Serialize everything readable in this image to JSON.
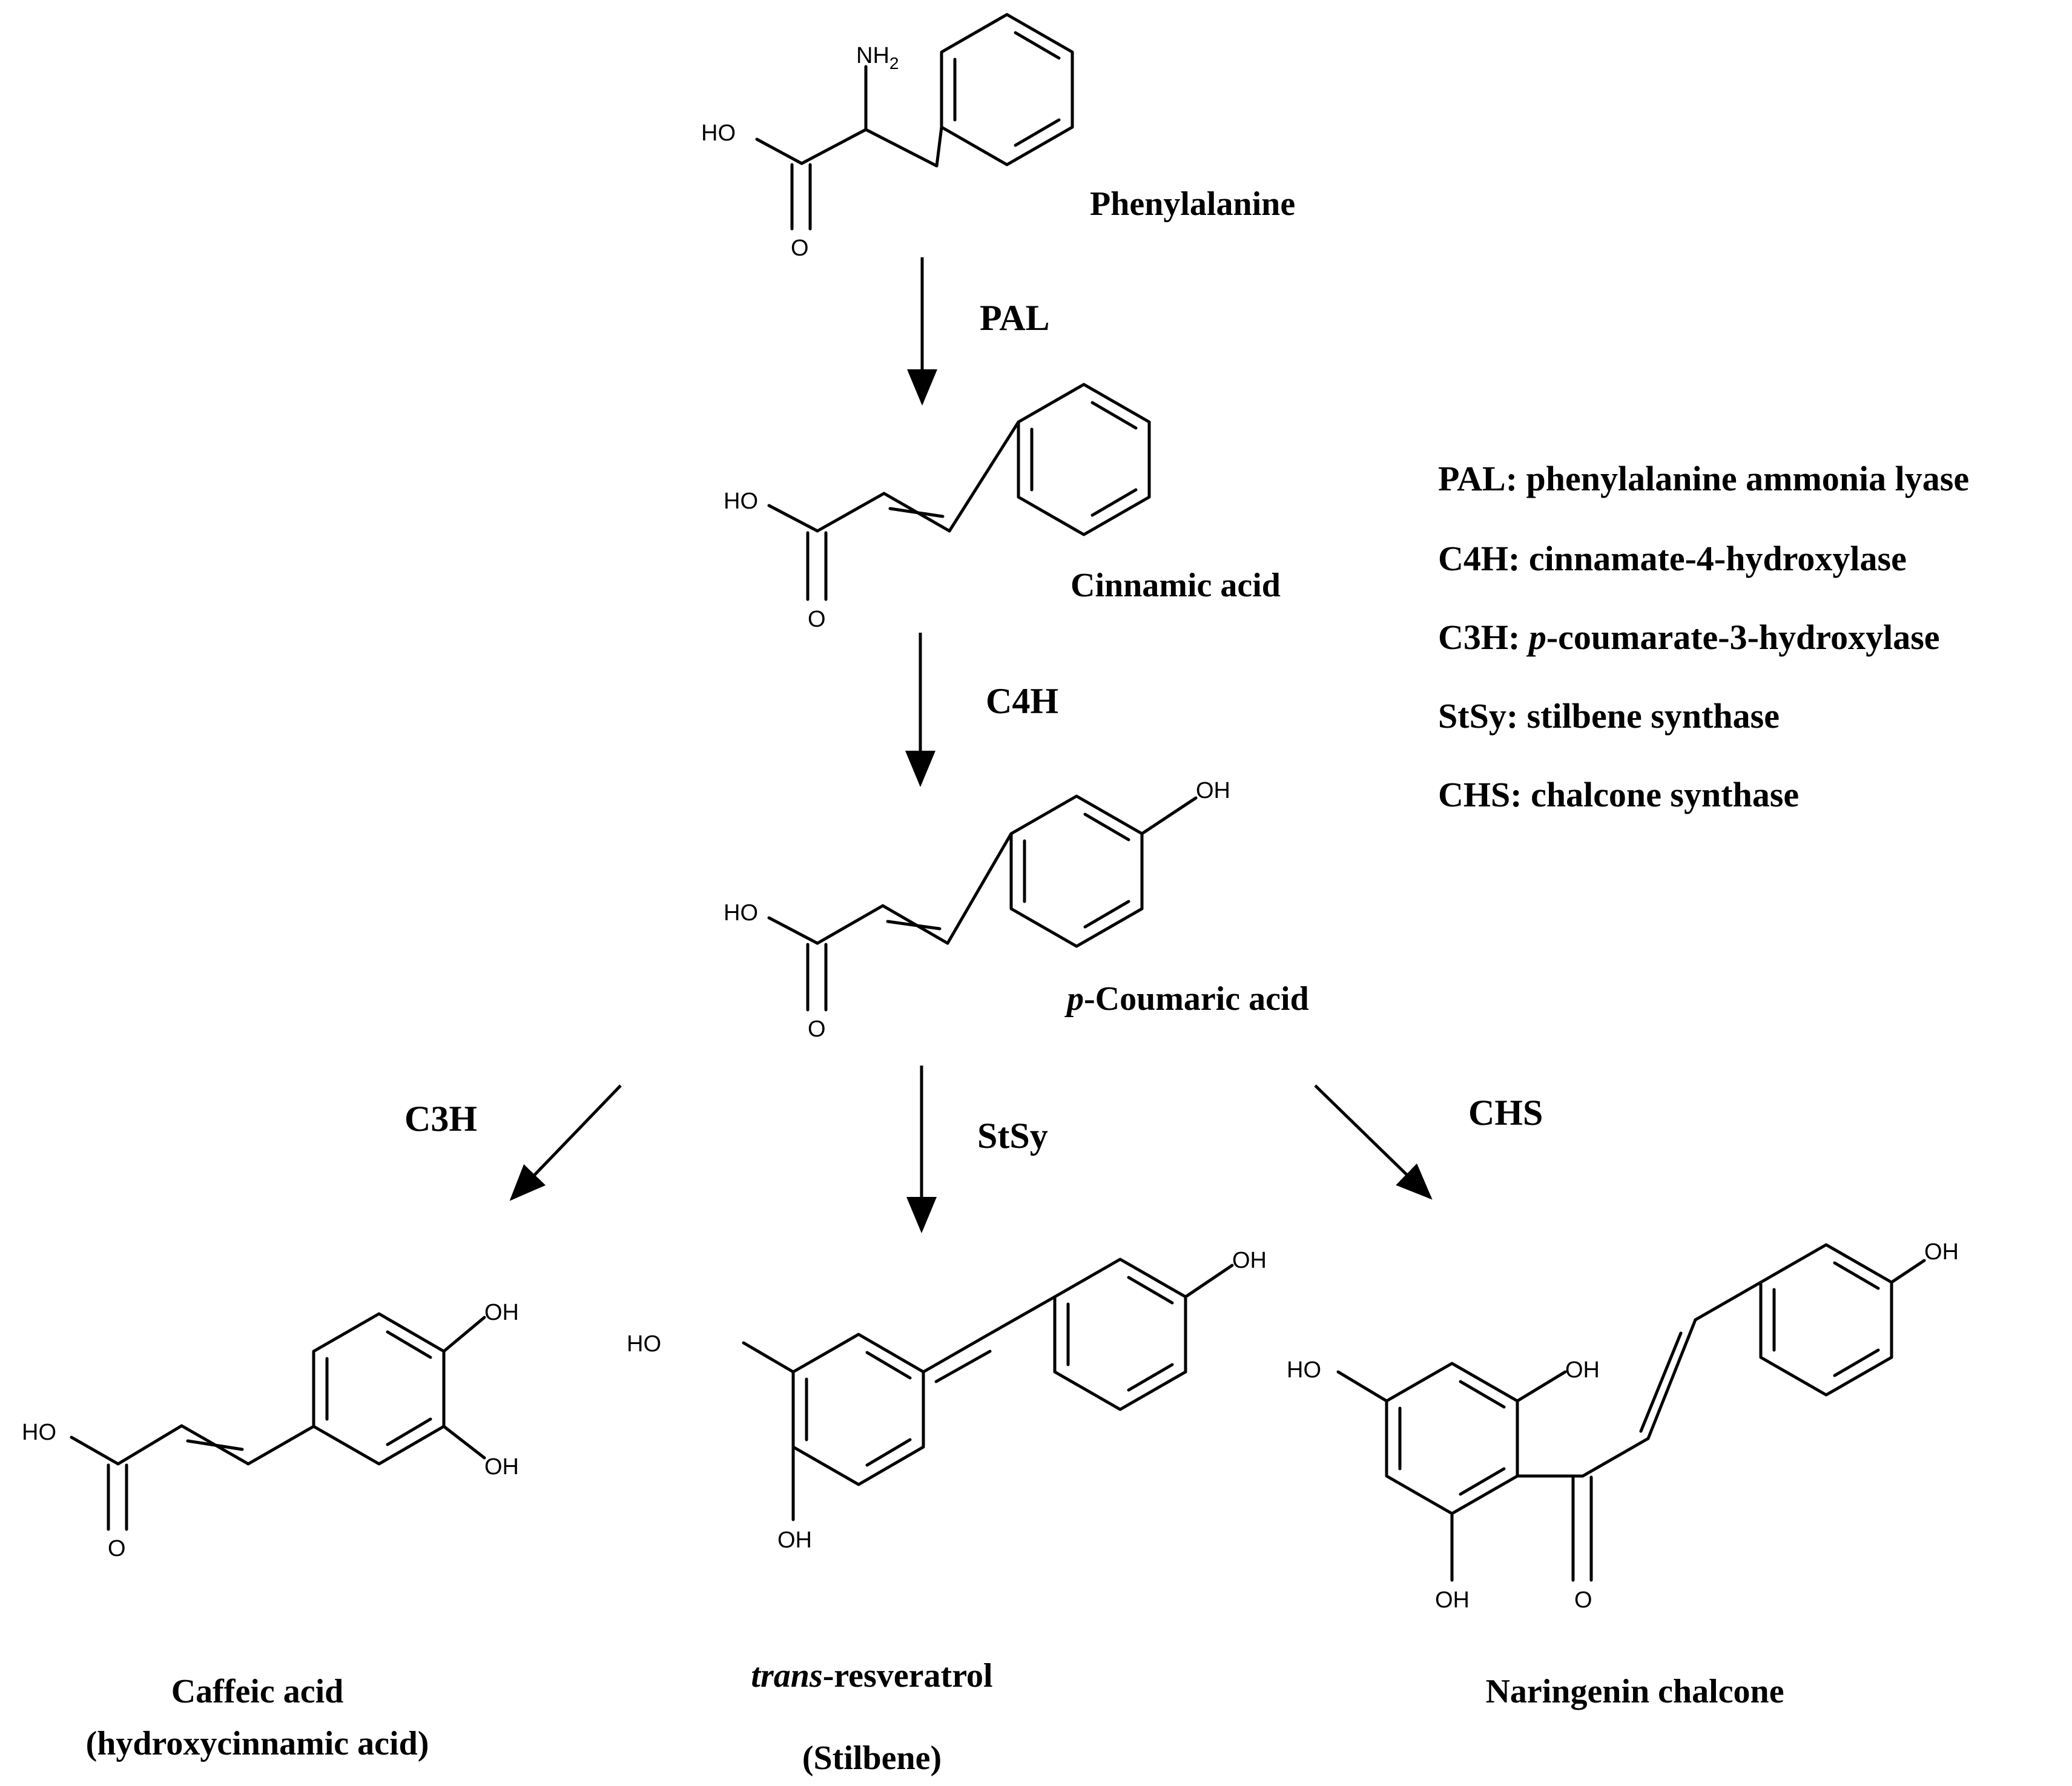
{
  "compounds": {
    "phenylalanine": {
      "name": "Phenylalanine",
      "atoms": {
        "nh2": "NH",
        "nh2_sub": "2",
        "ho": "HO",
        "o": "O"
      }
    },
    "cinnamic": {
      "name": "Cinnamic acid",
      "atoms": {
        "ho": "HO",
        "o": "O"
      }
    },
    "coumaric": {
      "prefix": "p",
      "name": "-Coumaric acid",
      "atoms": {
        "ho": "HO",
        "o": "O",
        "oh": "OH"
      }
    },
    "caffeic": {
      "name": "Caffeic acid",
      "subname": "(hydroxycinnamic acid)",
      "atoms": {
        "ho": "HO",
        "o": "O",
        "oh1": "OH",
        "oh2": "OH"
      }
    },
    "resveratrol": {
      "prefix": "trans",
      "name": "-resveratrol",
      "subname": "(Stilbene)",
      "atoms": {
        "ho": "HO",
        "oh_top": "OH",
        "oh_bottom": "OH"
      }
    },
    "naringenin": {
      "name": "Naringenin chalcone",
      "atoms": {
        "ho": "HO",
        "oh_ortho": "OH",
        "oh_bottom": "OH",
        "o": "O",
        "oh_top": "OH"
      }
    }
  },
  "enzymes": {
    "pal": "PAL",
    "c4h": "C4H",
    "c3h": "C3H",
    "stsy": "StSy",
    "chs": "CHS"
  },
  "legend": [
    {
      "abbr": "PAL:",
      "pre": "phenylalanine ammonia lyase",
      "ital": "",
      "post": ""
    },
    {
      "abbr": "C4H:",
      "pre": "cinnamate-4-hydroxylase",
      "ital": "",
      "post": ""
    },
    {
      "abbr": "C3H:",
      "pre": "",
      "ital": "p",
      "post": "-coumarate-3-hydroxylase"
    },
    {
      "abbr": "StSy:",
      "pre": "stilbene synthase",
      "ital": "",
      "post": ""
    },
    {
      "abbr": "CHS:",
      "pre": "chalcone synthase",
      "ital": "",
      "post": ""
    }
  ]
}
